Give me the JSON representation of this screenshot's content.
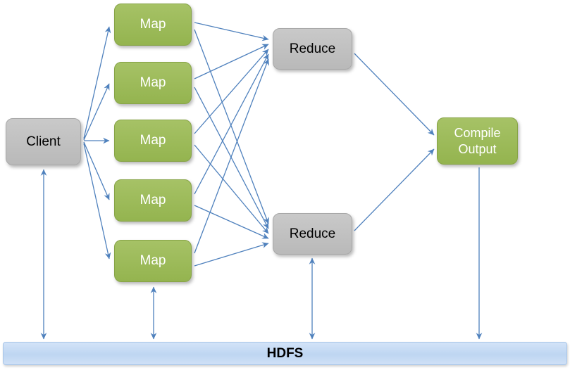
{
  "diagram": {
    "nodes": {
      "client": {
        "label": "Client"
      },
      "maps": [
        {
          "label": "Map"
        },
        {
          "label": "Map"
        },
        {
          "label": "Map"
        },
        {
          "label": "Map"
        },
        {
          "label": "Map"
        }
      ],
      "reduces": [
        {
          "label": "Reduce"
        },
        {
          "label": "Reduce"
        }
      ],
      "compile_output": {
        "label": "Compile Output"
      },
      "hdfs": {
        "label": "HDFS"
      }
    },
    "edges": [
      {
        "from": "client",
        "to": "map-1"
      },
      {
        "from": "client",
        "to": "map-2"
      },
      {
        "from": "client",
        "to": "map-3"
      },
      {
        "from": "client",
        "to": "map-4"
      },
      {
        "from": "client",
        "to": "map-5"
      },
      {
        "from": "map-1",
        "to": "reduce-1"
      },
      {
        "from": "map-1",
        "to": "reduce-2"
      },
      {
        "from": "map-2",
        "to": "reduce-1"
      },
      {
        "from": "map-2",
        "to": "reduce-2"
      },
      {
        "from": "map-3",
        "to": "reduce-1"
      },
      {
        "from": "map-3",
        "to": "reduce-2"
      },
      {
        "from": "map-4",
        "to": "reduce-1"
      },
      {
        "from": "map-4",
        "to": "reduce-2"
      },
      {
        "from": "map-5",
        "to": "reduce-1"
      },
      {
        "from": "map-5",
        "to": "reduce-2"
      },
      {
        "from": "reduce-1",
        "to": "compile-output"
      },
      {
        "from": "reduce-2",
        "to": "compile-output"
      },
      {
        "from": "client",
        "to": "hdfs",
        "bidirectional": true
      },
      {
        "from": "map-5",
        "to": "hdfs",
        "bidirectional": true
      },
      {
        "from": "reduce-2",
        "to": "hdfs",
        "bidirectional": true
      },
      {
        "from": "compile-output",
        "to": "hdfs",
        "bidirectional": false
      }
    ],
    "colors": {
      "green_node": "#9BBB59",
      "gray_node": "#BFBFBF",
      "arrow": "#4F81BD",
      "hdfs_bar": "#C9DCF5"
    }
  }
}
